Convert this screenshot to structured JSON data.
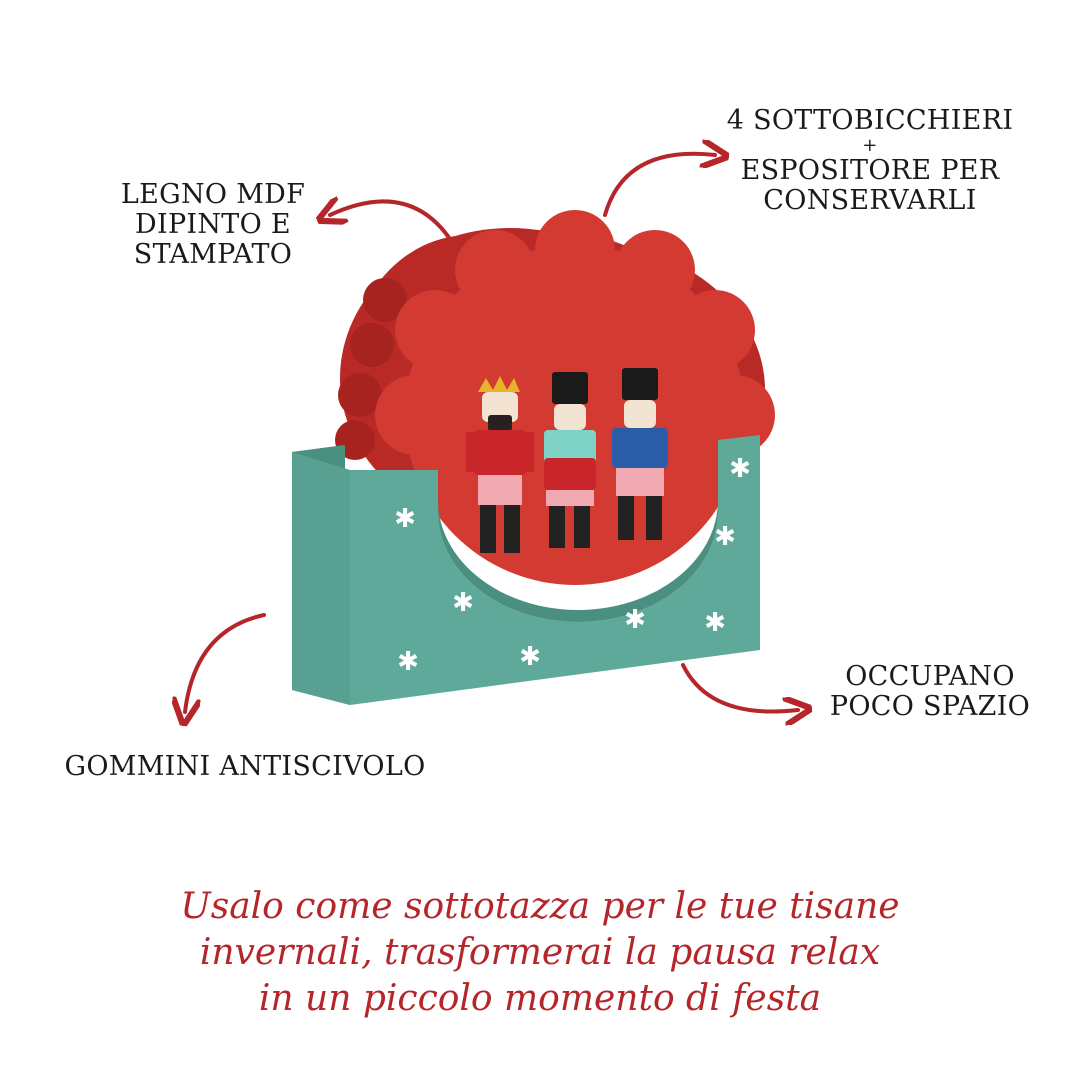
{
  "labels": {
    "legno": [
      "LEGNO MDF",
      "DIPINTO E",
      "STAMPATO"
    ],
    "sottobicchieri": [
      "4 SOTTOBICCHIERI",
      "+",
      "ESPOSITORE PER",
      "CONSERVARLI"
    ],
    "occupano": [
      "OCCUPANO",
      "POCO SPAZIO"
    ],
    "gommini": "GOMMINI ANTISCIVOLO"
  },
  "caption": [
    "Usalo come sottotazza per le tue tisane",
    "invernali, trasformerai la pausa relax",
    "in un piccolo momento di festa"
  ],
  "colors": {
    "accent_red": "#b5262a",
    "coaster_red": "#d33a32",
    "box_teal": "#5fa99a"
  }
}
